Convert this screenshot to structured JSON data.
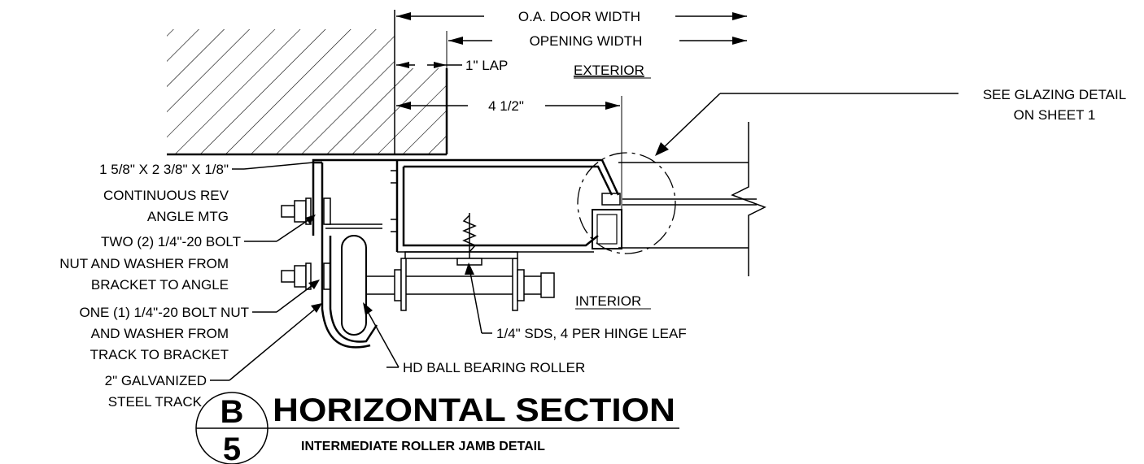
{
  "dimensions": {
    "oa_door_width": "O.A. DOOR WIDTH",
    "opening_width": "OPENING WIDTH",
    "lap": "1\" LAP",
    "offset": "4 1/2\""
  },
  "zones": {
    "exterior": "EXTERIOR",
    "interior": "INTERIOR"
  },
  "callouts": {
    "glazing": [
      "SEE GLAZING DETAIL",
      "ON SHEET 1"
    ],
    "angle": [
      "1 5/8\" X 2 3/8\" X 1/8\"",
      "CONTINUOUS REV",
      "ANGLE MTG"
    ],
    "two_bolt": [
      "TWO (2) 1/4\"-20 BOLT",
      "NUT AND WASHER FROM",
      "BRACKET TO ANGLE"
    ],
    "one_bolt": [
      "ONE (1) 1/4\"-20 BOLT NUT",
      "AND WASHER FROM",
      "TRACK TO BRACKET"
    ],
    "track": [
      "2\" GALVANIZED",
      "STEEL TRACK"
    ],
    "sds": "1/4\" SDS, 4 PER HINGE LEAF",
    "roller": "HD BALL BEARING ROLLER"
  },
  "title_block": {
    "detail_letter": "B",
    "sheet_number": "5",
    "title": "HORIZONTAL SECTION",
    "subtitle": "INTERMEDIATE ROLLER JAMB DETAIL"
  }
}
